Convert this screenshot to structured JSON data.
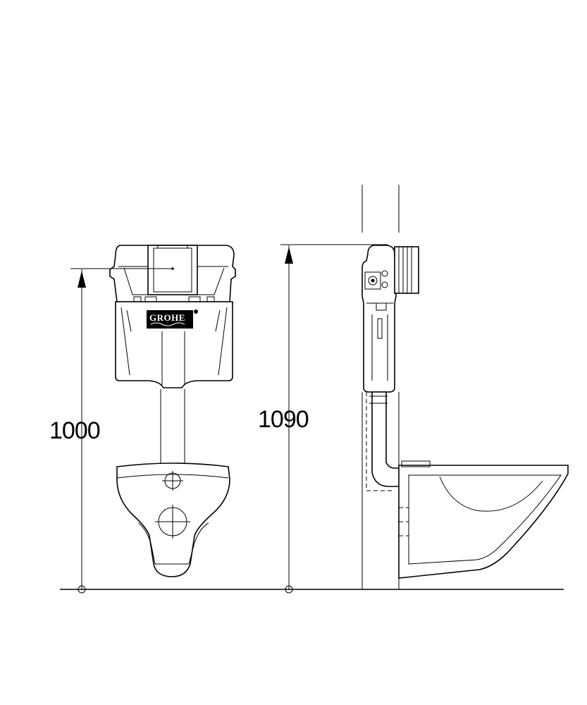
{
  "dimensions": {
    "front_height": "1000",
    "side_height": "1090"
  },
  "brand": {
    "logo_text": "GROHE"
  },
  "colors": {
    "line": "#000000",
    "background": "#ffffff"
  }
}
